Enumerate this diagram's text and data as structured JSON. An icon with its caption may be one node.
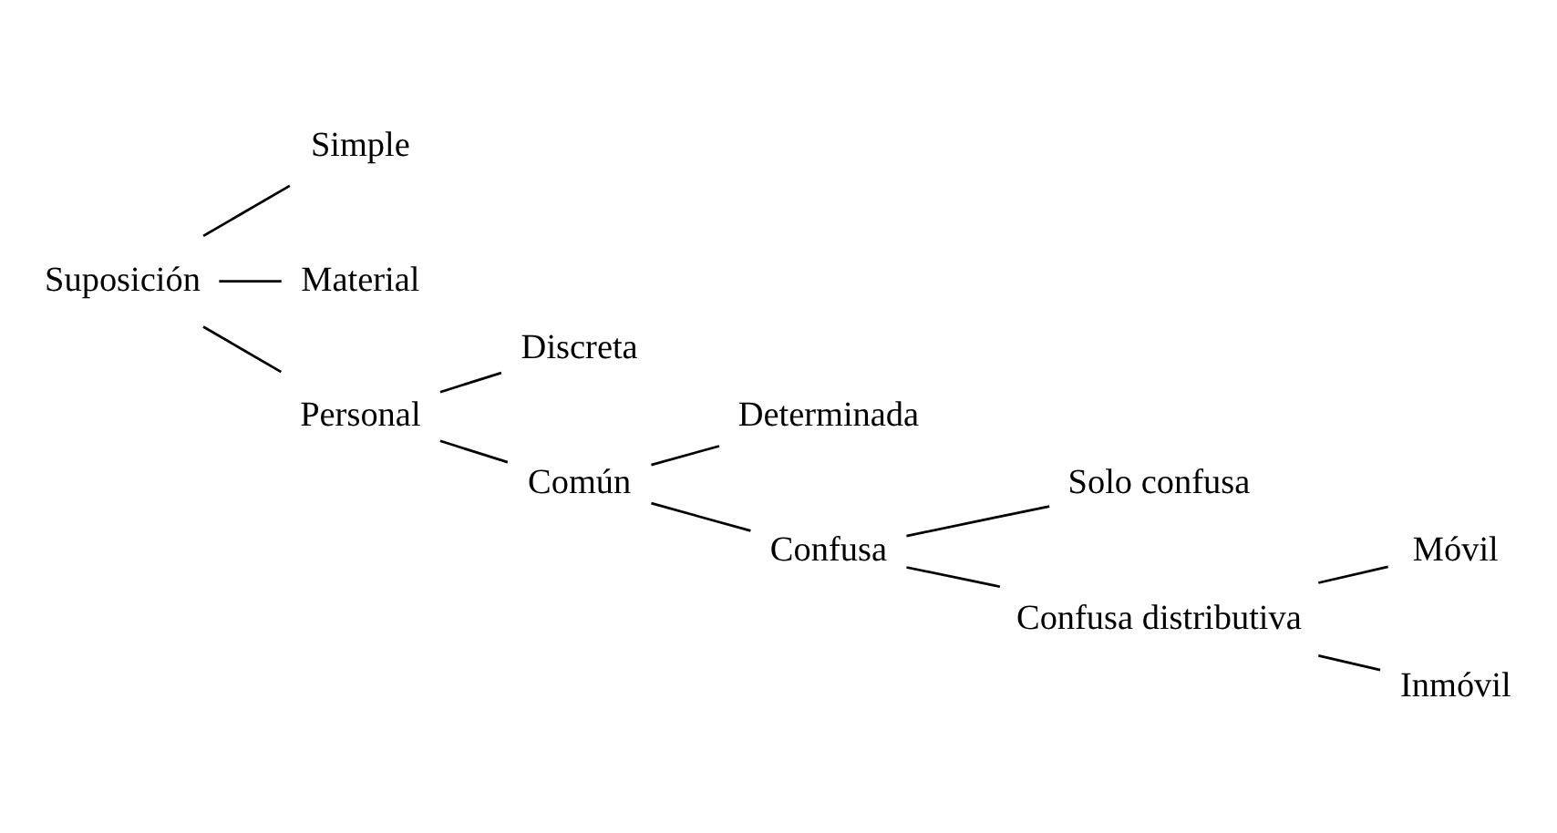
{
  "diagram": {
    "nodes": [
      {
        "text": [
          "Suposición"
        ]
      },
      {
        "text": [
          "Simple"
        ]
      },
      {
        "text": [
          "Material"
        ]
      },
      {
        "text": [
          "Personal"
        ]
      },
      {
        "text": [
          "Discreta"
        ]
      },
      {
        "text": [
          "Común"
        ]
      },
      {
        "text": [
          "Determinada"
        ]
      },
      {
        "text": [
          "Confusa"
        ]
      },
      {
        "text": [
          "Solo confusa"
        ]
      },
      {
        "text": [
          "Confusa distributiva"
        ]
      },
      {
        "text": [
          "Móvil"
        ]
      },
      {
        "text": [
          "Inmóvil"
        ]
      }
    ],
    "edges": [
      {
        "from": 0,
        "to": 1,
        "arrow": "none"
      },
      {
        "from": 0,
        "to": 2,
        "arrow": "none"
      },
      {
        "from": 0,
        "to": 3,
        "arrow": "none"
      },
      {
        "from": 3,
        "to": 4,
        "arrow": "none"
      },
      {
        "from": 3,
        "to": 5,
        "arrow": "none"
      },
      {
        "from": 5,
        "to": 6,
        "arrow": "none"
      },
      {
        "from": 5,
        "to": 7,
        "arrow": "none"
      },
      {
        "from": 7,
        "to": 8,
        "arrow": "none"
      },
      {
        "from": 7,
        "to": 9,
        "arrow": "none"
      },
      {
        "from": 9,
        "to": 10,
        "arrow": "none"
      },
      {
        "from": 9,
        "to": 11,
        "arrow": "none"
      }
    ]
  }
}
